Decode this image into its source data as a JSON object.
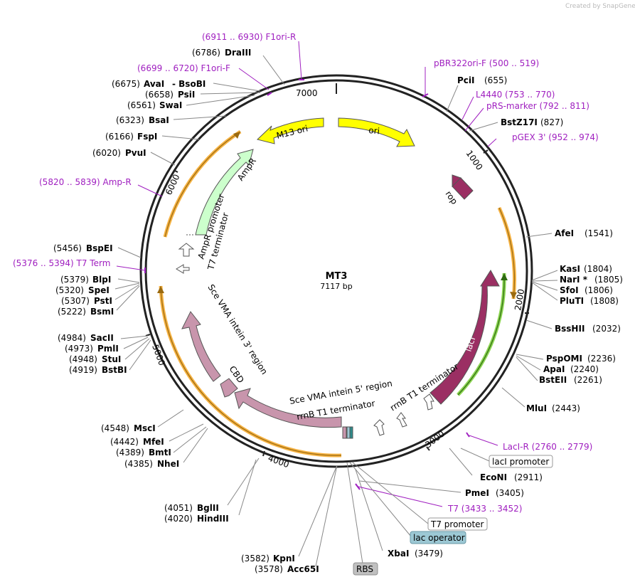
{
  "credit": "Created by SnapGene",
  "plasmid": {
    "name": "MT3",
    "size": "7117 bp"
  },
  "ticks": [
    "1000",
    "2000",
    "3000",
    "4000",
    "5000",
    "6000",
    "7000"
  ],
  "features": {
    "ori": "ori",
    "m13ori": "M13 ori",
    "rop": "rop",
    "laci": "lacI",
    "ampr": "AmpR",
    "ampr_promoter": "AmpR promoter",
    "t7_terminator": "T7 terminator",
    "sce3": "Sce VMA intein 3' region",
    "cbd": "CBD",
    "sce5": "Sce VMA intein 5' region",
    "rrnb_t1_a": "rrnB T1 terminator",
    "rrnb_t1_b": "rrnB T1 terminator"
  },
  "sites_right": [
    {
      "name": "PciI",
      "pos": "(655)"
    },
    {
      "name": "BstZ17I",
      "pos": "(827)"
    },
    {
      "name": "AfeI",
      "pos": "(1541)"
    },
    {
      "name": "KasI",
      "pos": "(1804)"
    },
    {
      "name": "NarI *",
      "pos": "(1805)"
    },
    {
      "name": "SfoI",
      "pos": "(1806)"
    },
    {
      "name": "PluTI",
      "pos": "(1808)"
    },
    {
      "name": "BssHII",
      "pos": "(2032)"
    },
    {
      "name": "PspOMI",
      "pos": "(2236)"
    },
    {
      "name": "ApaI",
      "pos": "(2240)"
    },
    {
      "name": "BstEII",
      "pos": "(2261)"
    },
    {
      "name": "MluI",
      "pos": "(2443)"
    },
    {
      "name": "EcoNI",
      "pos": "(2911)"
    },
    {
      "name": "PmeI",
      "pos": "(3405)"
    },
    {
      "name": "XbaI",
      "pos": "(3479)"
    }
  ],
  "sites_left": [
    {
      "pos": "(6786)",
      "name": "DraIII"
    },
    {
      "pos": "(6675)",
      "name": "AvaI"
    },
    {
      "pos": "(6658)",
      "name": "PsiI"
    },
    {
      "pos": "(6561)",
      "name": "SwaI"
    },
    {
      "pos": "(6323)",
      "name": "BsaI"
    },
    {
      "pos": "(6166)",
      "name": "FspI"
    },
    {
      "pos": "(6020)",
      "name": "PvuI"
    },
    {
      "pos": "(5456)",
      "name": "BspEI"
    },
    {
      "pos": "(5379)",
      "name": "BlpI"
    },
    {
      "pos": "(5320)",
      "name": "SpeI"
    },
    {
      "pos": "(5307)",
      "name": "PstI"
    },
    {
      "pos": "(5222)",
      "name": "BsmI"
    },
    {
      "pos": "(4984)",
      "name": "SacII"
    },
    {
      "pos": "(4973)",
      "name": "PmlI"
    },
    {
      "pos": "(4948)",
      "name": "StuI"
    },
    {
      "pos": "(4919)",
      "name": "BstBI"
    },
    {
      "pos": "(4548)",
      "name": "MscI"
    },
    {
      "pos": "(4442)",
      "name": "MfeI"
    },
    {
      "pos": "(4389)",
      "name": "BmtI"
    },
    {
      "pos": "(4385)",
      "name": "NheI"
    },
    {
      "pos": "(4051)",
      "name": "BglII"
    },
    {
      "pos": "(4020)",
      "name": "HindIII"
    },
    {
      "pos": "(3582)",
      "name": "KpnI"
    },
    {
      "pos": "(3578)",
      "name": "Acc65I"
    }
  ],
  "bsobi": "- BsoBI",
  "primers": {
    "f1ori_r": "(6911 .. 6930)  F1ori-R",
    "f1ori_f": "(6699 .. 6720)  F1ori-F",
    "pbr322": "pBR322ori-F   (500 .. 519)",
    "l4440": "L4440   (753 .. 770)",
    "prs": "pRS-marker   (792 .. 811)",
    "pgex": "pGEX 3'    (952 .. 974)",
    "ampr_primer": "(5820 .. 5839)  Amp-R",
    "t7term": "(5376 .. 5394)  T7 Term",
    "laci_r": "LacI-R    (2760 .. 2779)",
    "t7": "T7    (3433 .. 3452)"
  },
  "boxes": {
    "laci_promoter": "lacI promoter",
    "t7_promoter": "T7 promoter",
    "lac_operator": "lac operator",
    "rbs": "RBS"
  },
  "colors": {
    "ori": "#ffff00",
    "rop": "#9b2f63",
    "laci": "#9b2f63",
    "ampr": "#ccffcc",
    "sce": "#c895ac",
    "primer": "#a020c0",
    "highlight_orange": "#f5a623",
    "highlight_green": "#77cc33"
  }
}
